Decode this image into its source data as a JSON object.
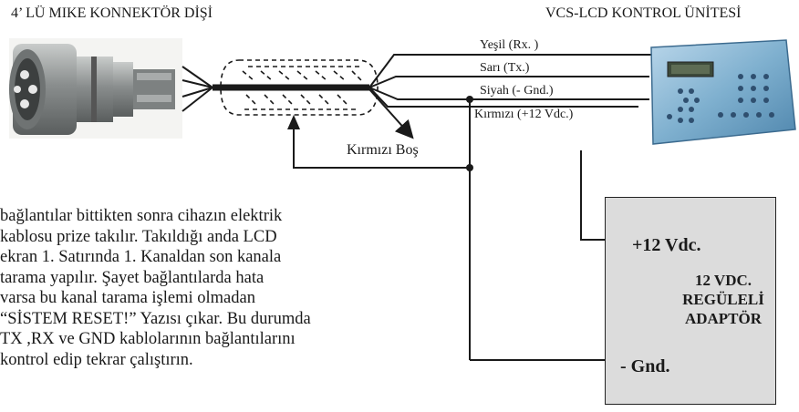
{
  "diagram": {
    "connector_title": "4’ LÜ MIKE KONNEKTÖR DİŞİ",
    "controller_title": "VCS-LCD KONTROL ÜNİTESİ",
    "wires": [
      {
        "label": "Yeşil (Rx. )"
      },
      {
        "label": "Sarı (Tx.)"
      },
      {
        "label": "Siyah (- Gnd.)"
      },
      {
        "label": "Kırmızı (+12 Vdc.)"
      }
    ],
    "unused_wire_label": "Kırmızı Boş",
    "adapter": {
      "positive": "+12 Vdc.",
      "title_lines": [
        "12 VDC.",
        "REGÜLELİ",
        "ADAPTÖR"
      ],
      "negative": "- Gnd."
    },
    "note_lines": [
      "bağlantılar bittikten sonra cihazın elektrik",
      "kablosu prize takılır. Takıldığı anda LCD",
      "ekran 1. Satırında 1. Kanaldan son kanala",
      "tarama yapılır. Şayet bağlantılarda hata",
      "varsa bu kanal tarama işlemi olmadan",
      "“SİSTEM RESET!” Yazısı çıkar. Bu durumda",
      "TX ,RX ve GND kablolarının bağlantılarını",
      "kontrol edip tekrar çalıştırın."
    ],
    "colors": {
      "line": "#1a1a1a",
      "device_body": "#7fb0cf",
      "lcd": "#3d4a3a",
      "adapter_fill": "#dcdcdc",
      "connector_metal": "#8a8e8e"
    }
  }
}
